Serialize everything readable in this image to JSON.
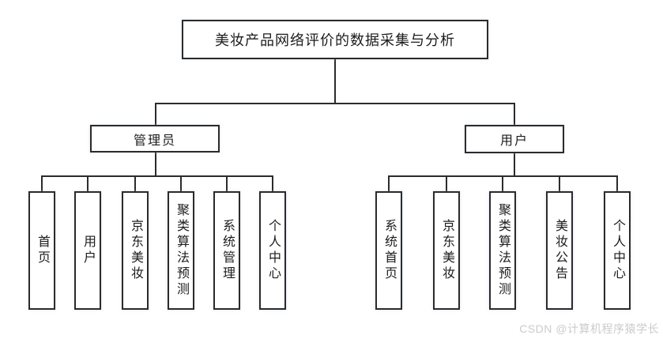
{
  "diagram": {
    "title": "美妆产品网络评价的数据采集与分析",
    "root": {
      "label": "美妆产品网络评价的数据采集与分析"
    },
    "branches": [
      {
        "label": "管理员",
        "children": [
          "首页",
          "用户",
          "京东美妆",
          "聚类算法预测",
          "系统管理",
          "个人中心"
        ]
      },
      {
        "label": "用户",
        "children": [
          "系统首页",
          "京东美妆",
          "聚类算法预测",
          "美妆公告",
          "个人中心"
        ]
      }
    ]
  },
  "watermark": {
    "text": "CSDN @计算机程序猿学长"
  },
  "colors": {
    "background": "#ffffff",
    "line": "#2b2b2b",
    "box_border": "#2b2b2b",
    "box_fill": "#ffffff",
    "text": "#1c1c1c",
    "watermark": "#cbcbcb"
  }
}
